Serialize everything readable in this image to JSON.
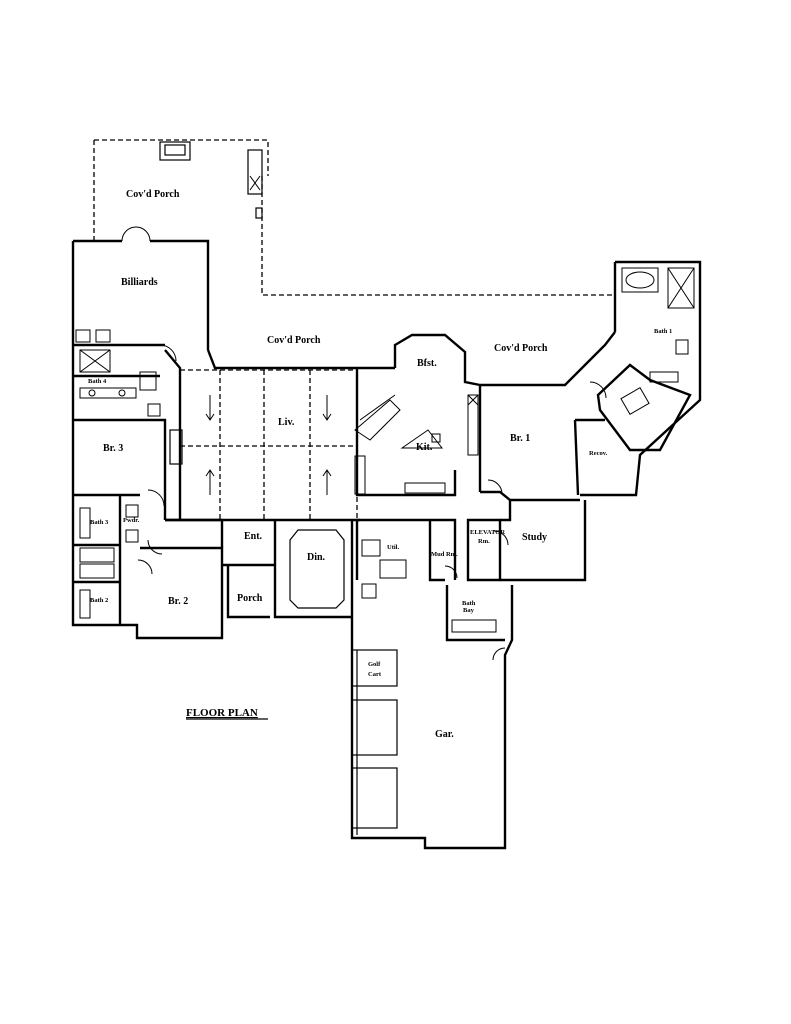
{
  "title": "FLOOR PLAN",
  "rooms": {
    "covd_porch_north": "Cov'd Porch",
    "billiards": "Billiards",
    "covd_porch_middle": "Cov'd Porch",
    "covd_porch_east": "Cov'd Porch",
    "bath4": "Bath 4",
    "living": "Liv.",
    "bkfst": "Bfst.",
    "kitchen": "Kit.",
    "bath1": "Bath 1",
    "br1": "Br. 1",
    "recov": "Recov.",
    "br3": "Br. 3",
    "bath3": "Bath 3",
    "powder": "Pwdr.",
    "entry": "Ent.",
    "dining": "Din.",
    "utility": "Util.",
    "mud_room": "Mud Rm.",
    "elevator_line1": "ELEVATOR",
    "elevator_line2": "Rm.",
    "study": "Study",
    "bath2": "Bath 2",
    "br2": "Br. 2",
    "porch": "Porch",
    "bay_line1": "Bath",
    "bay_line2": "Bay",
    "golf_cart_line1": "Golf",
    "golf_cart_line2": "Cart",
    "garage": "Gar."
  }
}
